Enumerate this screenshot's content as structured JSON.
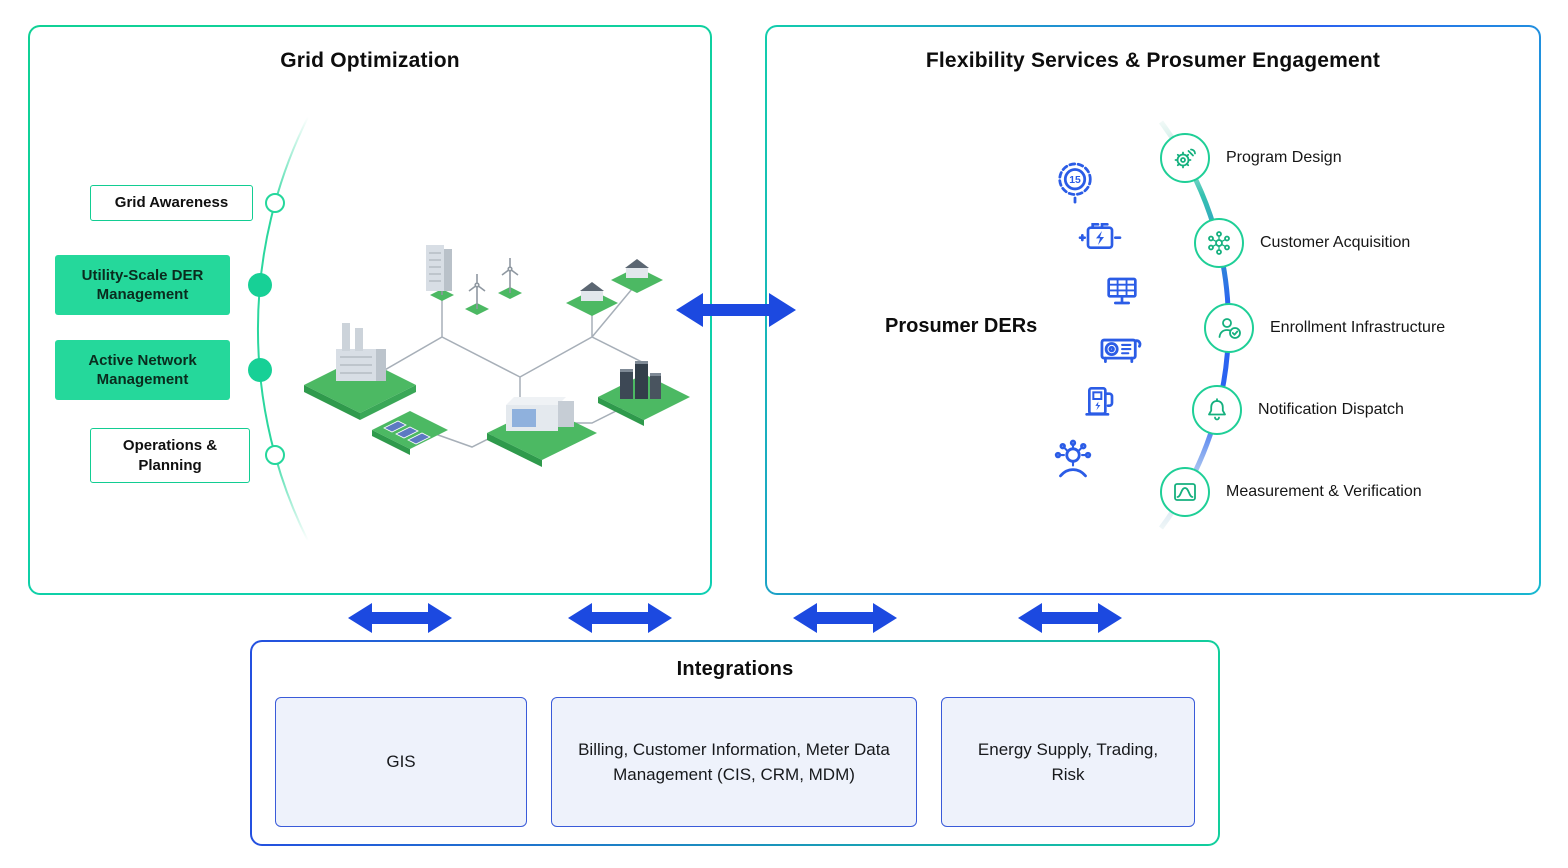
{
  "grid_optimization": {
    "title": "Grid Optimization",
    "items": [
      {
        "label": "Grid Awareness",
        "style": "outline"
      },
      {
        "label": "Utility-Scale DER Management",
        "style": "filled"
      },
      {
        "label": "Active Network Management",
        "style": "filled"
      },
      {
        "label": "Operations & Planning",
        "style": "outline"
      }
    ]
  },
  "flexibility": {
    "title": "Flexibility Services & Prosumer Engagement",
    "prosumer_ders_label": "Prosumer DERs",
    "der_icons": [
      {
        "name": "smart-meter-gauge-icon",
        "value": "15"
      },
      {
        "name": "battery-icon"
      },
      {
        "name": "solar-panel-icon"
      },
      {
        "name": "generator-icon"
      },
      {
        "name": "ev-charger-icon"
      },
      {
        "name": "connected-devices-icon"
      }
    ],
    "services": [
      {
        "label": "Program Design",
        "icon": "gear-wrench-icon"
      },
      {
        "label": "Customer Acquisition",
        "icon": "network-icon"
      },
      {
        "label": "Enrollment Infrastructure",
        "icon": "person-check-icon"
      },
      {
        "label": "Notification Dispatch",
        "icon": "bell-icon"
      },
      {
        "label": "Measurement & Verification",
        "icon": "bell-curve-chart-icon"
      }
    ]
  },
  "integrations": {
    "title": "Integrations",
    "boxes": [
      {
        "label": "GIS"
      },
      {
        "label": "Billing, Customer Information, Meter Data Management (CIS, CRM, MDM)"
      },
      {
        "label": "Energy Supply, Trading, Risk"
      }
    ]
  },
  "colors": {
    "green": "#25d89b",
    "green_border": "#12cd92",
    "arrow_blue": "#1c49e0",
    "icon_blue": "#2b5ce6",
    "service_icon_green": "#14b07e",
    "integration_border": "#3a5bd9",
    "integration_fill": "#eef2fb"
  }
}
